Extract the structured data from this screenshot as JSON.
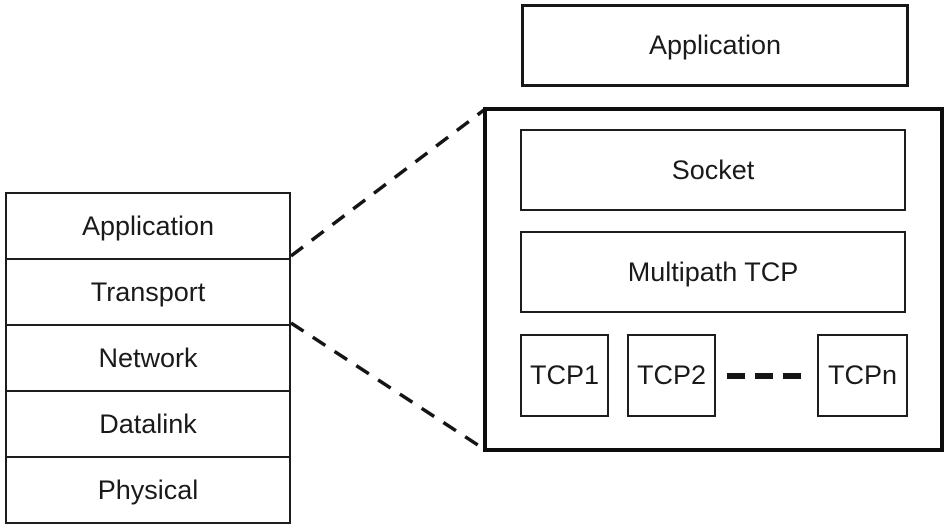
{
  "diagram": {
    "left_stack": {
      "layers": [
        {
          "label": "Application"
        },
        {
          "label": "Transport"
        },
        {
          "label": "Network"
        },
        {
          "label": "Datalink"
        },
        {
          "label": "Physical"
        }
      ]
    },
    "detail": {
      "application_label": "Application",
      "socket_label": "Socket",
      "multipath_label": "Multipath TCP",
      "tcp_boxes": [
        {
          "label": "TCP1"
        },
        {
          "label": "TCP2"
        },
        {
          "label": "TCPn"
        }
      ]
    },
    "colors": {
      "line": "#141414",
      "text": "#1a1a1a",
      "background": "#ffffff"
    }
  }
}
